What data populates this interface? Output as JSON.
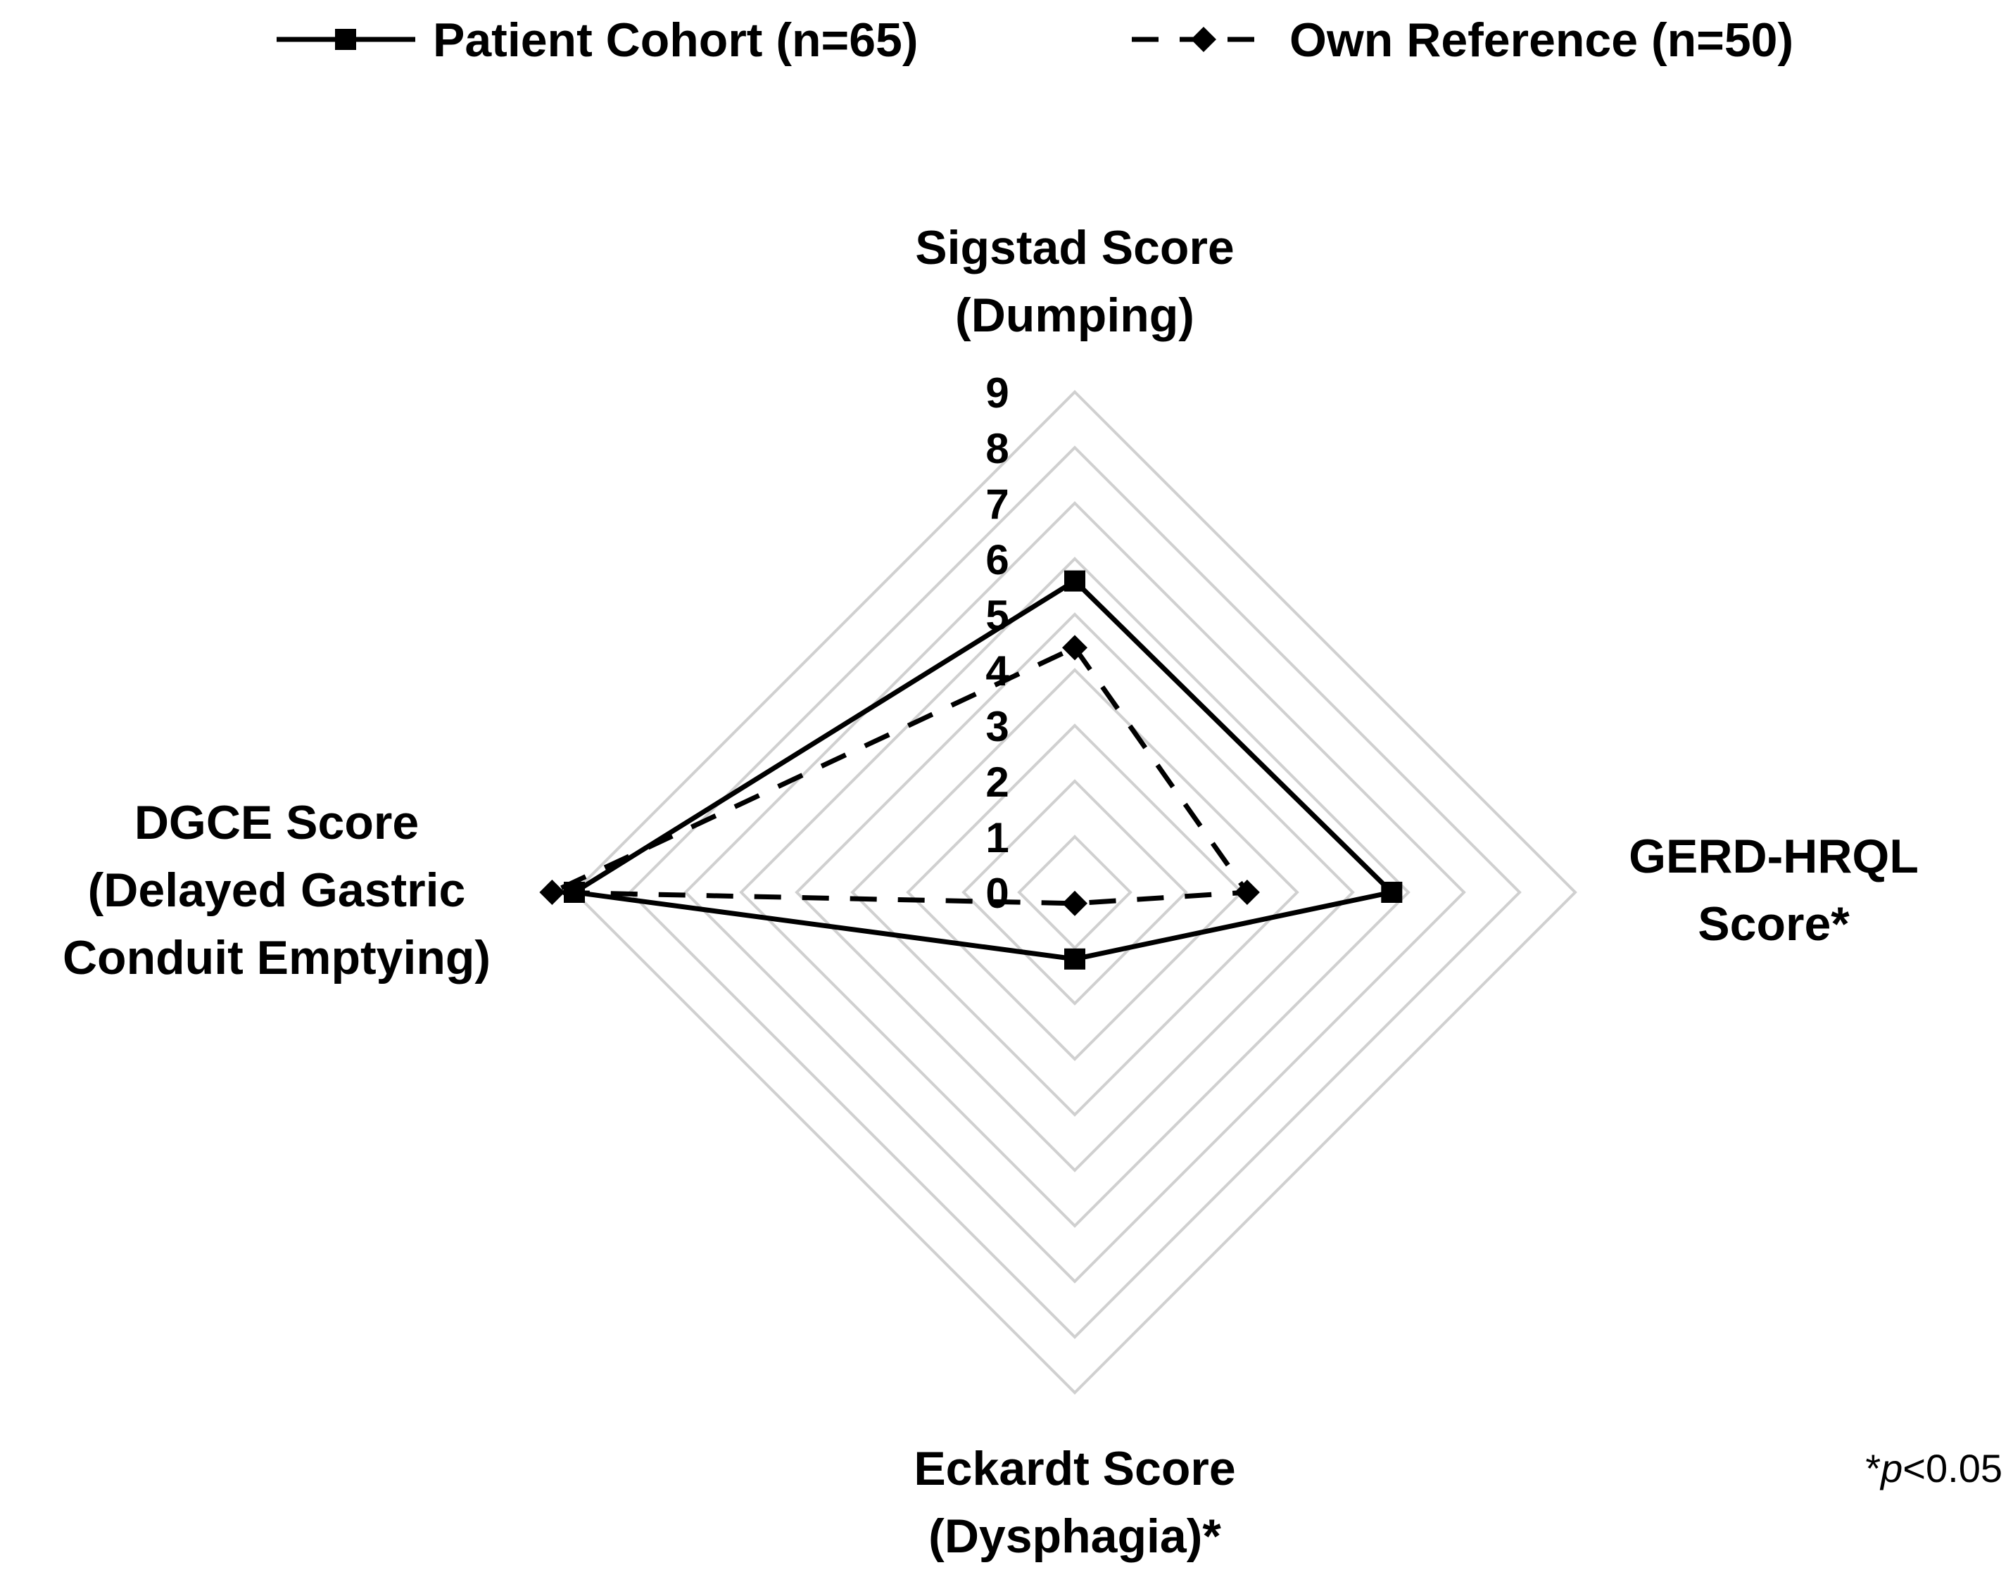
{
  "chart_data": {
    "type": "radar",
    "axes": [
      {
        "key": "top",
        "lines": [
          "Sigstad Score",
          "(Dumping)"
        ]
      },
      {
        "key": "right",
        "lines": [
          "GERD-HRQL",
          "Score*"
        ]
      },
      {
        "key": "bottom",
        "lines": [
          "Eckardt Score",
          "(Dysphagia)*"
        ]
      },
      {
        "key": "left",
        "lines": [
          "DGCE Score",
          "(Delayed Gastric",
          "Conduit Emptying)"
        ]
      }
    ],
    "rlim": [
      0,
      9
    ],
    "ticks": [
      "0",
      "1",
      "2",
      "3",
      "4",
      "5",
      "6",
      "7",
      "8",
      "9"
    ],
    "grid": true,
    "legend_position": "top",
    "series": [
      {
        "name": "Patient Cohort (n=65)",
        "marker": "square",
        "line": "solid",
        "color": "#000000",
        "values": {
          "top": 5.6,
          "right": 5.7,
          "bottom": 1.2,
          "left": 9.0
        }
      },
      {
        "name": "Own Reference (n=50)",
        "marker": "diamond",
        "line": "dashed",
        "color": "#000000",
        "values": {
          "top": 4.4,
          "right": 3.1,
          "bottom": 0.2,
          "left": 9.4
        }
      }
    ],
    "gridline_color": "#d0d0d0",
    "footnote": {
      "star": "*",
      "italic": "p",
      "rest": "<0.05"
    }
  }
}
